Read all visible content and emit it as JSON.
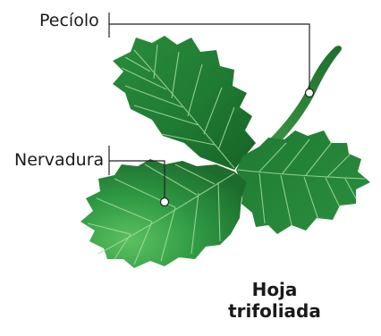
{
  "labels": {
    "petiole": "Pecíolo",
    "vein": "Nervadura"
  },
  "caption": {
    "line1": "Hoja",
    "line2": "trifoliada"
  },
  "colors": {
    "leaf_dark": "#1f7a32",
    "leaf_mid": "#2e9a44",
    "leaf_light": "#5cc060",
    "vein": "#a6dca0",
    "stem": "#2d8a3a",
    "leader_line": "#222222"
  }
}
